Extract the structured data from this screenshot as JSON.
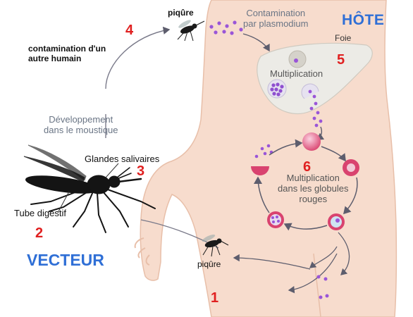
{
  "labels": {
    "piqure_top": "piqûre",
    "contamination_plasmodium": "Contamination\npar plasmodium",
    "hote": "HÔTE",
    "foie": "Foie",
    "multiplication_foie": "Multiplication",
    "multiplication_globules": "Multiplication\ndans les globules\nrouges",
    "contamination_autre": "contamination d'un\nautre humain",
    "developpement": "Développement\ndans le moustique",
    "glandes": "Glandes salivaires",
    "tube": "Tube digestif",
    "vecteur": "VECTEUR",
    "piqure_bottom": "piqûre"
  },
  "step_numbers": [
    "1",
    "2",
    "3",
    "4",
    "5",
    "6"
  ],
  "colors": {
    "skin": "#f7dccd",
    "skin_outline": "#e8bfa9",
    "liver": "#ecebe6",
    "parasite": "#9a55d8",
    "cell": "#e0507a",
    "arrow": "#6c6c7c",
    "red_number": "#e02020",
    "blue_title": "#2f6fd6"
  }
}
